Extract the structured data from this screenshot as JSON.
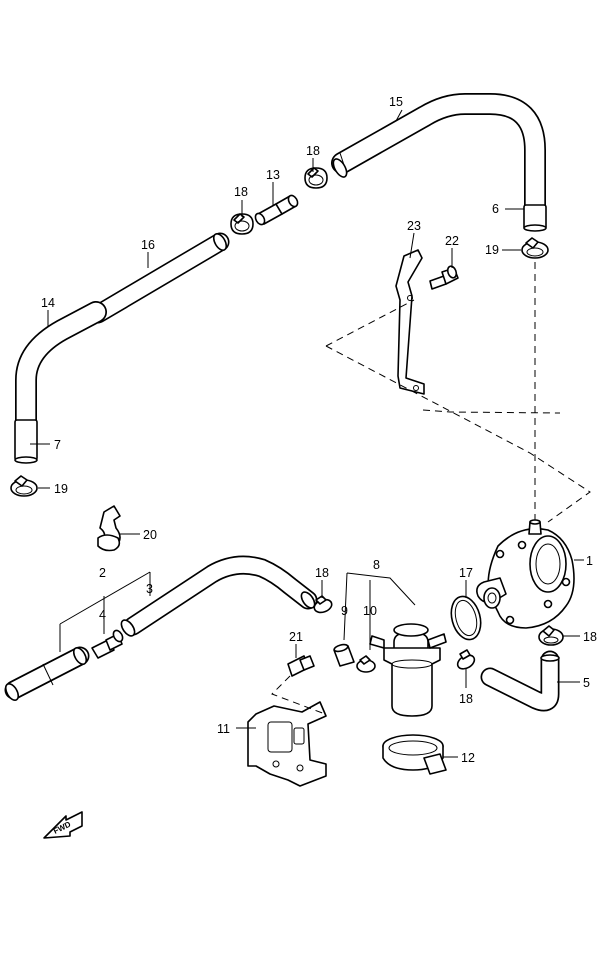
{
  "diagram": {
    "callouts": {
      "c1": "1",
      "c2": "2",
      "c3": "3",
      "c4": "4",
      "c5": "5",
      "c6": "6",
      "c7": "7",
      "c8": "8",
      "c9": "9",
      "c10": "10",
      "c11": "11",
      "c12": "12",
      "c13": "13",
      "c14": "14",
      "c15": "15",
      "c16": "16",
      "c17": "17",
      "c18a": "18",
      "c18b": "18",
      "c18c": "18",
      "c18d": "18",
      "c18e": "18",
      "c19a": "19",
      "c19b": "19",
      "c20": "20",
      "c21": "21",
      "c22": "22",
      "c23": "23"
    },
    "fwd_marker": {
      "text": "FWD",
      "icon": "forward-arrow-icon"
    }
  }
}
